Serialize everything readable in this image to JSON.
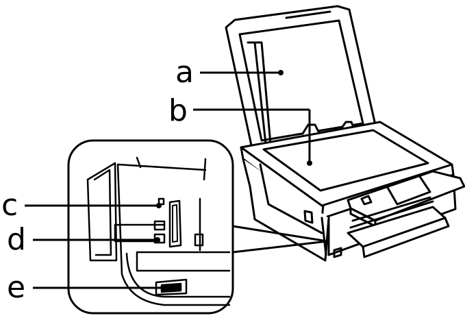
{
  "diagram": {
    "callouts": [
      {
        "id": "a",
        "label": "a"
      },
      {
        "id": "b",
        "label": "b"
      },
      {
        "id": "c",
        "label": "c"
      },
      {
        "id": "d",
        "label": "d"
      },
      {
        "id": "e",
        "label": "e"
      }
    ]
  }
}
